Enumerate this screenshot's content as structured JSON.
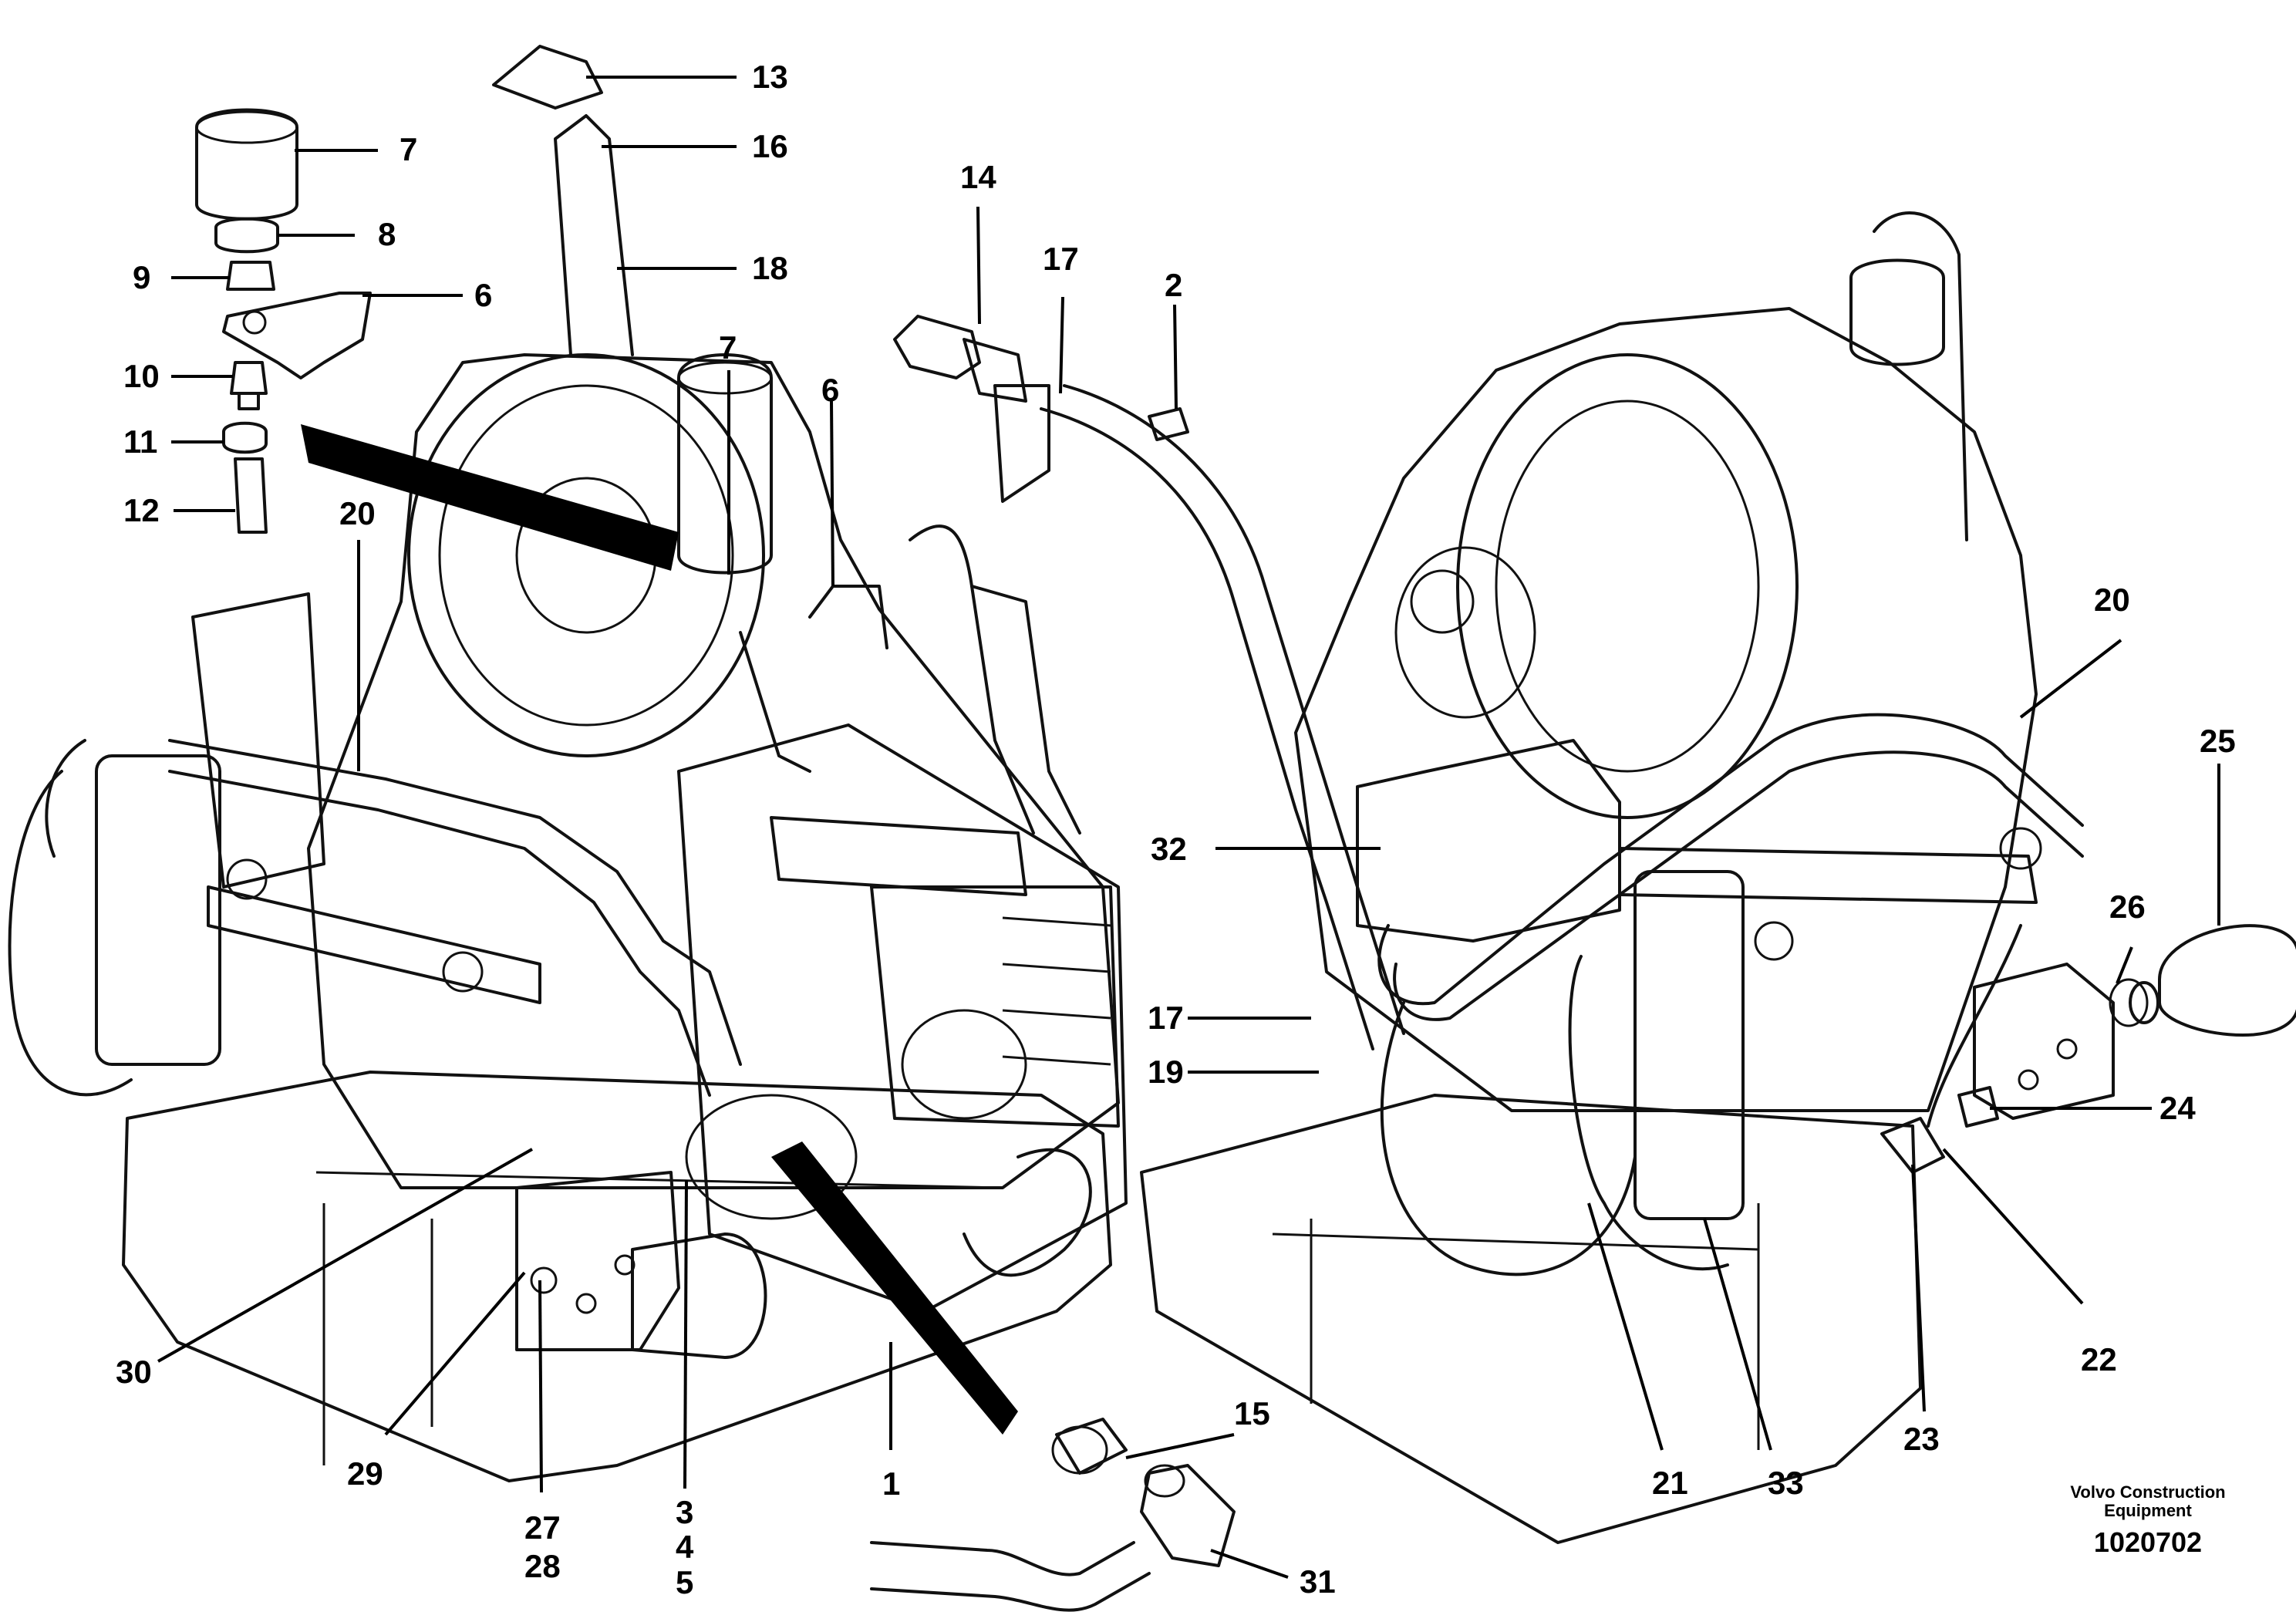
{
  "callouts": {
    "c1": "1",
    "c2": "2",
    "c3": "3",
    "c4": "4",
    "c5": "5",
    "c6a": "6",
    "c6b": "6",
    "c7a": "7",
    "c7b": "7",
    "c8": "8",
    "c9": "9",
    "c10": "10",
    "c11": "11",
    "c12": "12",
    "c13": "13",
    "c14": "14",
    "c15": "15",
    "c16": "16",
    "c17a": "17",
    "c17b": "17",
    "c18": "18",
    "c19": "19",
    "c20a": "20",
    "c20b": "20",
    "c21": "21",
    "c22": "22",
    "c23": "23",
    "c24": "24",
    "c25": "25",
    "c26": "26",
    "c27": "27",
    "c28": "28",
    "c29": "29",
    "c30": "30",
    "c31": "31",
    "c32": "32",
    "c33": "33"
  },
  "footer": {
    "manufacturer_line1": "Volvo Construction",
    "manufacturer_line2": "Equipment",
    "drawing_number": "1020702"
  }
}
